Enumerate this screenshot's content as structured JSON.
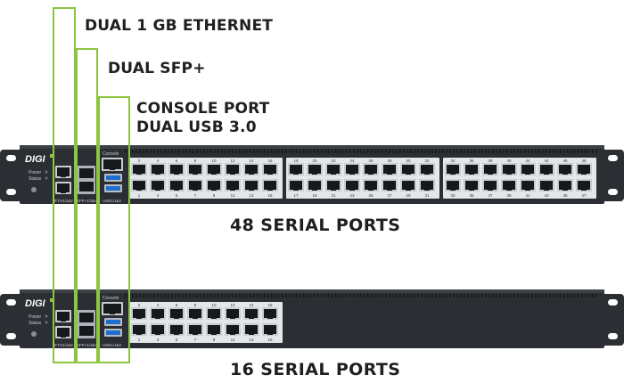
{
  "callouts": {
    "ethernet": "DUAL 1 GB ETHERNET",
    "sfp": "DUAL SFP+",
    "console_line1": "CONSOLE PORT",
    "console_line2": "DUAL USB 3.0"
  },
  "units": {
    "top": {
      "caption": "48 SERIAL PORTS",
      "brand": "DIGI",
      "led_labels": [
        "Power",
        "Status"
      ],
      "group_labels": [
        "ETH1/1&2",
        "SFP+1/3&4",
        "USB1/1&2"
      ],
      "console_label": "Console",
      "banks": [
        {
          "top": [
            "2",
            "4",
            "6",
            "8",
            "10",
            "12",
            "14",
            "16"
          ],
          "bottom": [
            "1",
            "3",
            "5",
            "7",
            "9",
            "11",
            "13",
            "15"
          ]
        },
        {
          "top": [
            "18",
            "20",
            "22",
            "24",
            "26",
            "28",
            "30",
            "32"
          ],
          "bottom": [
            "17",
            "19",
            "21",
            "23",
            "25",
            "27",
            "29",
            "31"
          ]
        },
        {
          "top": [
            "34",
            "36",
            "38",
            "40",
            "42",
            "44",
            "46",
            "48"
          ],
          "bottom": [
            "33",
            "35",
            "37",
            "39",
            "41",
            "43",
            "45",
            "47"
          ]
        }
      ]
    },
    "bottom": {
      "caption": "16 SERIAL PORTS",
      "brand": "DIGI",
      "led_labels": [
        "Power",
        "Status"
      ],
      "group_labels": [
        "ETH1/1&2",
        "SFP+1/3&4",
        "USB1/1&2"
      ],
      "console_label": "Console",
      "banks": [
        {
          "top": [
            "2",
            "4",
            "6",
            "8",
            "10",
            "12",
            "14",
            "16"
          ],
          "bottom": [
            "1",
            "3",
            "5",
            "7",
            "9",
            "11",
            "13",
            "15"
          ]
        }
      ]
    }
  },
  "colors": {
    "accent": "#8cc63f",
    "chassis": "#2b2e33",
    "usb_blue": "#1f6fd1",
    "text": "#1f1f1f"
  }
}
